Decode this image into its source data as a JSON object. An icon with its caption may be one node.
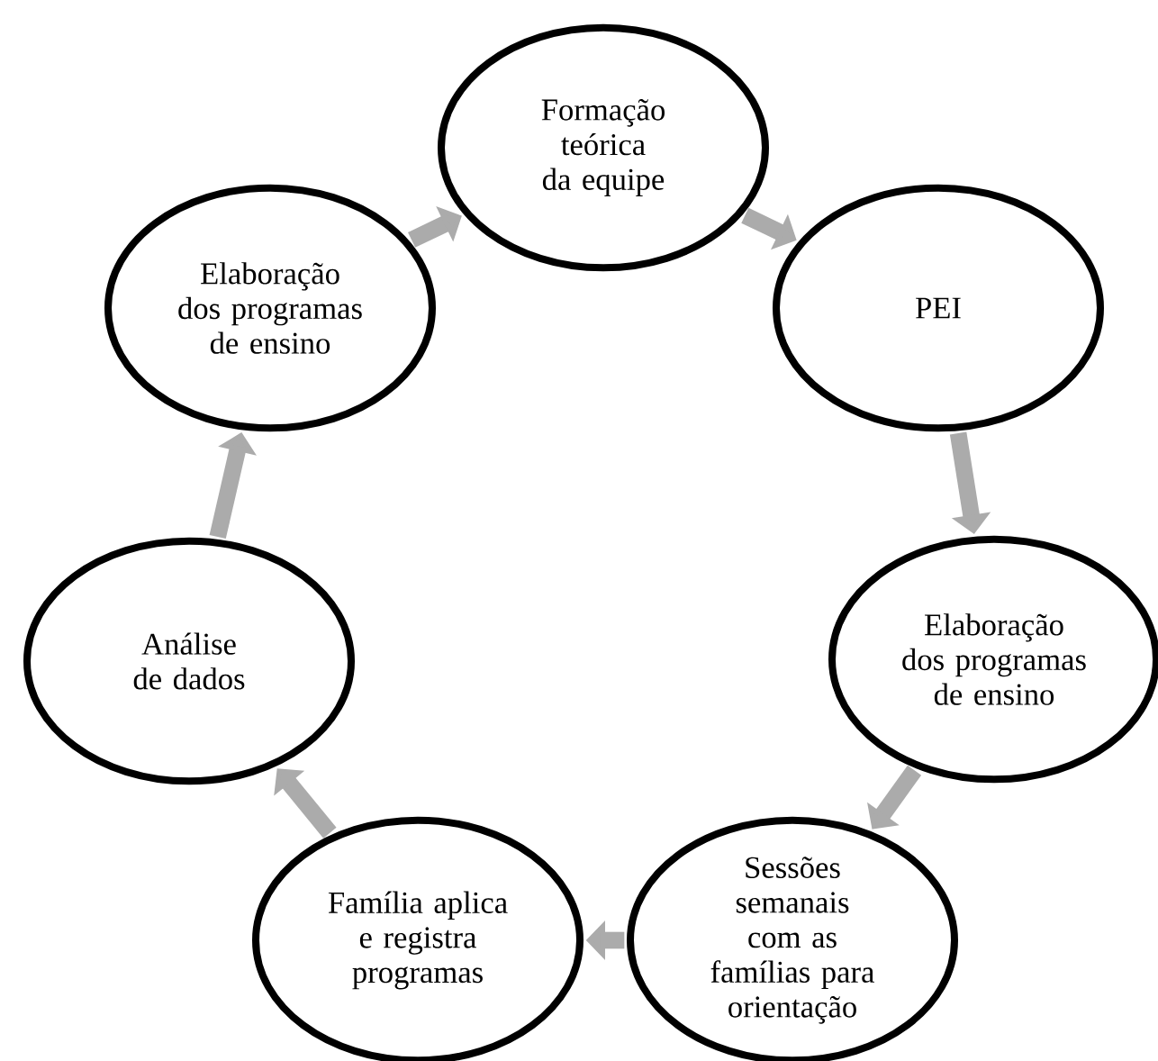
{
  "diagram": {
    "nodes": [
      {
        "text": [
          "Formação teórica da equipe"
        ]
      },
      {
        "text": [
          "PEI"
        ]
      },
      {
        "text": [
          "Elaboração dos programas de ensino"
        ]
      },
      {
        "text": [
          "Sessões semanais com as famílias para orientação"
        ]
      },
      {
        "text": [
          "Família aplica e registra programas"
        ]
      },
      {
        "text": [
          "Análise de dados"
        ]
      },
      {
        "text": [
          "Elaboração dos programas de ensino"
        ]
      }
    ],
    "edges": [
      {
        "from": 0,
        "to": 1,
        "arrow": "to"
      },
      {
        "from": 1,
        "to": 2,
        "arrow": "to"
      },
      {
        "from": 2,
        "to": 3,
        "arrow": "to"
      },
      {
        "from": 3,
        "to": 4,
        "arrow": "to"
      },
      {
        "from": 4,
        "to": 5,
        "arrow": "to"
      },
      {
        "from": 5,
        "to": 6,
        "arrow": "to"
      },
      {
        "from": 6,
        "to": 0,
        "arrow": "to"
      }
    ]
  }
}
